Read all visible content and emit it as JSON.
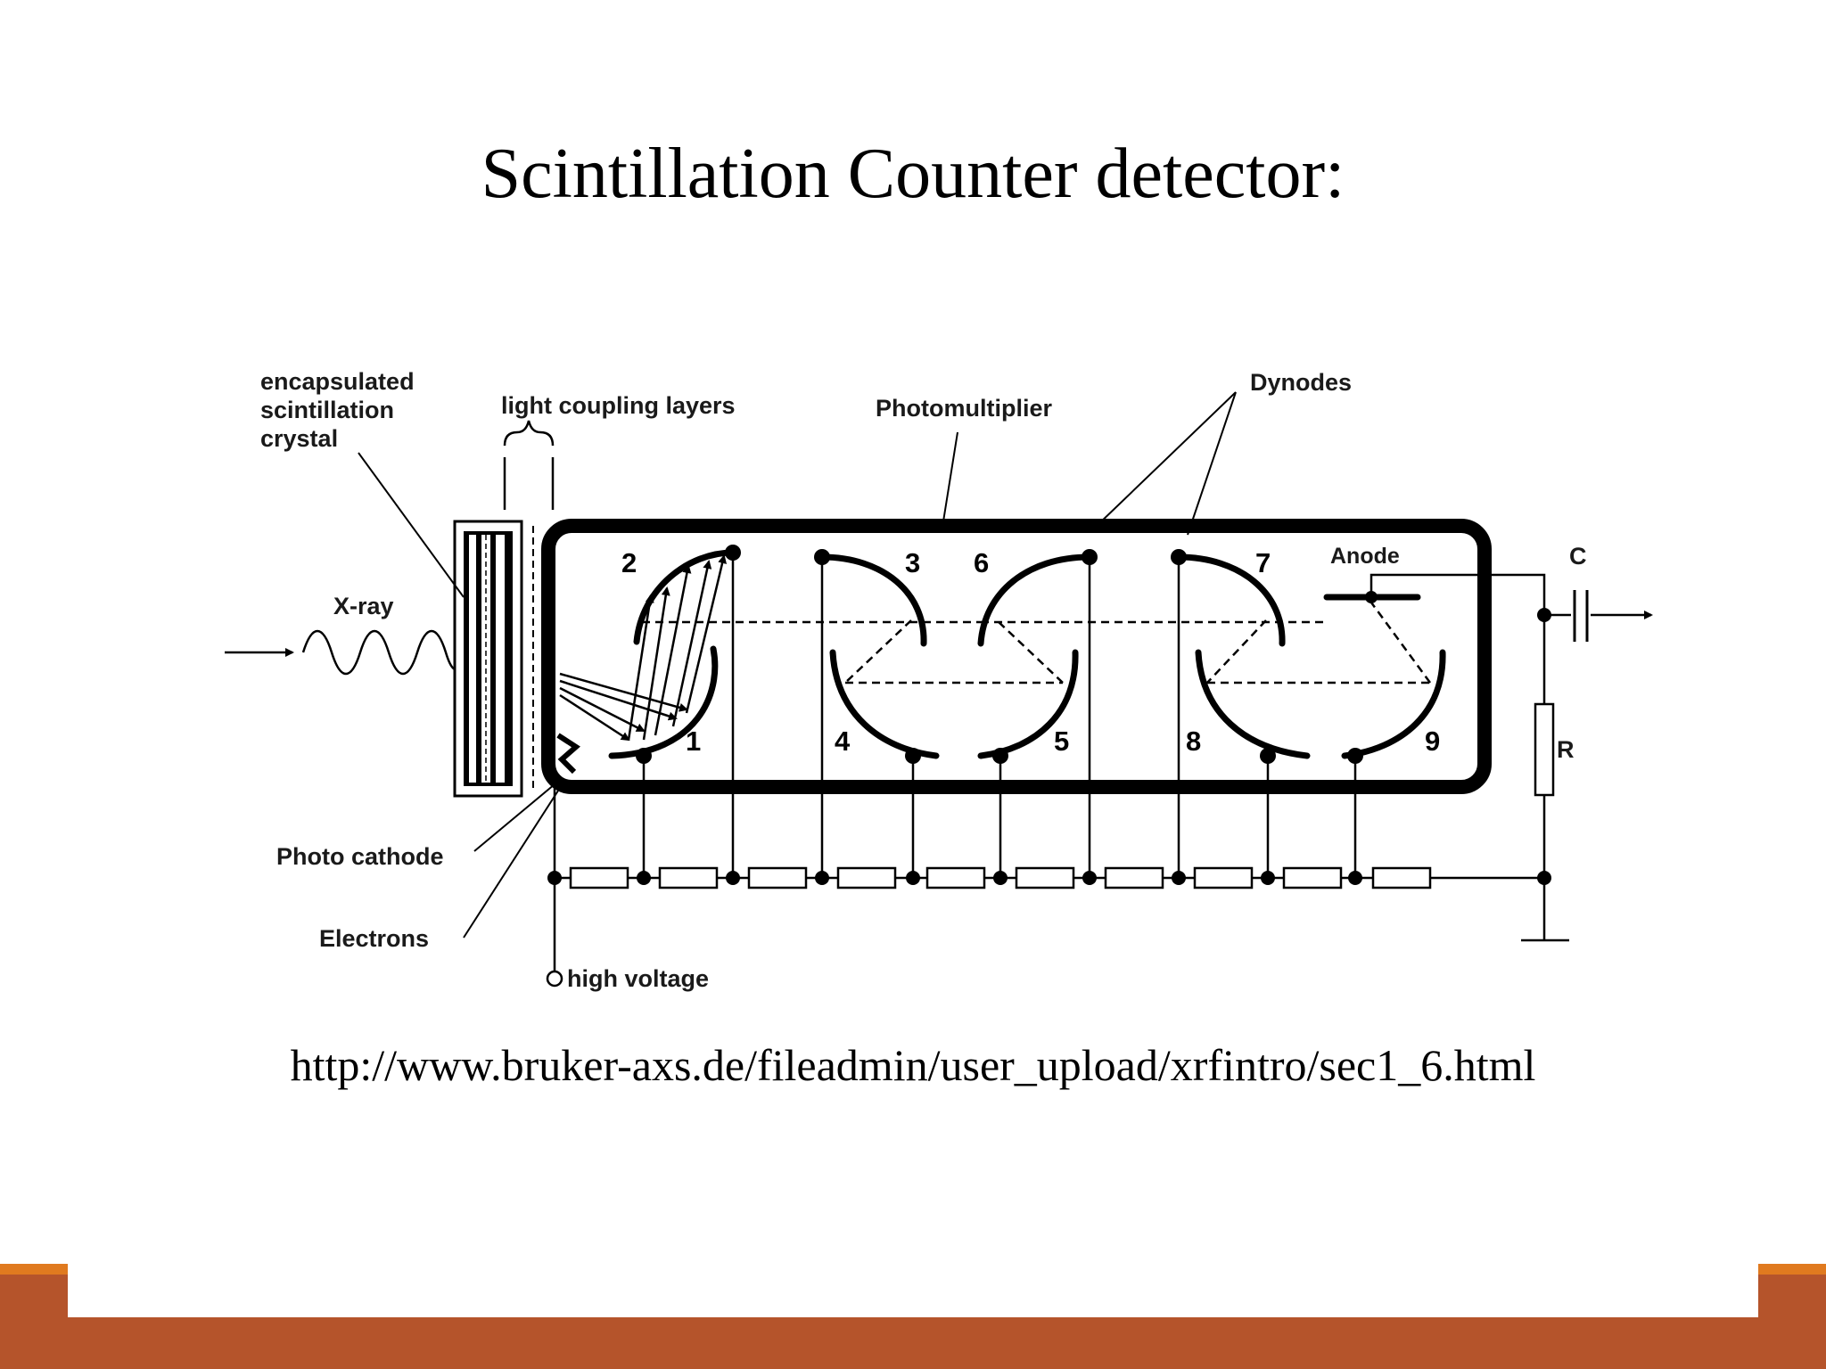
{
  "slide": {
    "title": "Scintillation Counter detector:",
    "source_url": "http://www.bruker-axs.de/fileadmin/user_upload/xrfintro/sec1_6.html"
  },
  "diagram": {
    "labels": {
      "crystal": [
        "encapsulated",
        "scintillation",
        "crystal"
      ],
      "light_coupling": "light coupling layers",
      "photomultiplier": "Photomultiplier",
      "dynodes": "Dynodes",
      "xray": "X-ray",
      "anode": "Anode",
      "capacitor": "C",
      "resistor": "R",
      "photo_cathode": "Photo cathode",
      "electrons": "Electrons",
      "high_voltage": "high voltage"
    },
    "dynode_numbers": [
      "1",
      "2",
      "3",
      "4",
      "5",
      "6",
      "7",
      "8",
      "9"
    ]
  },
  "colors": {
    "footer_band": "#b5542b",
    "footer_stripe": "#e07a1f",
    "ink": "#000000"
  }
}
